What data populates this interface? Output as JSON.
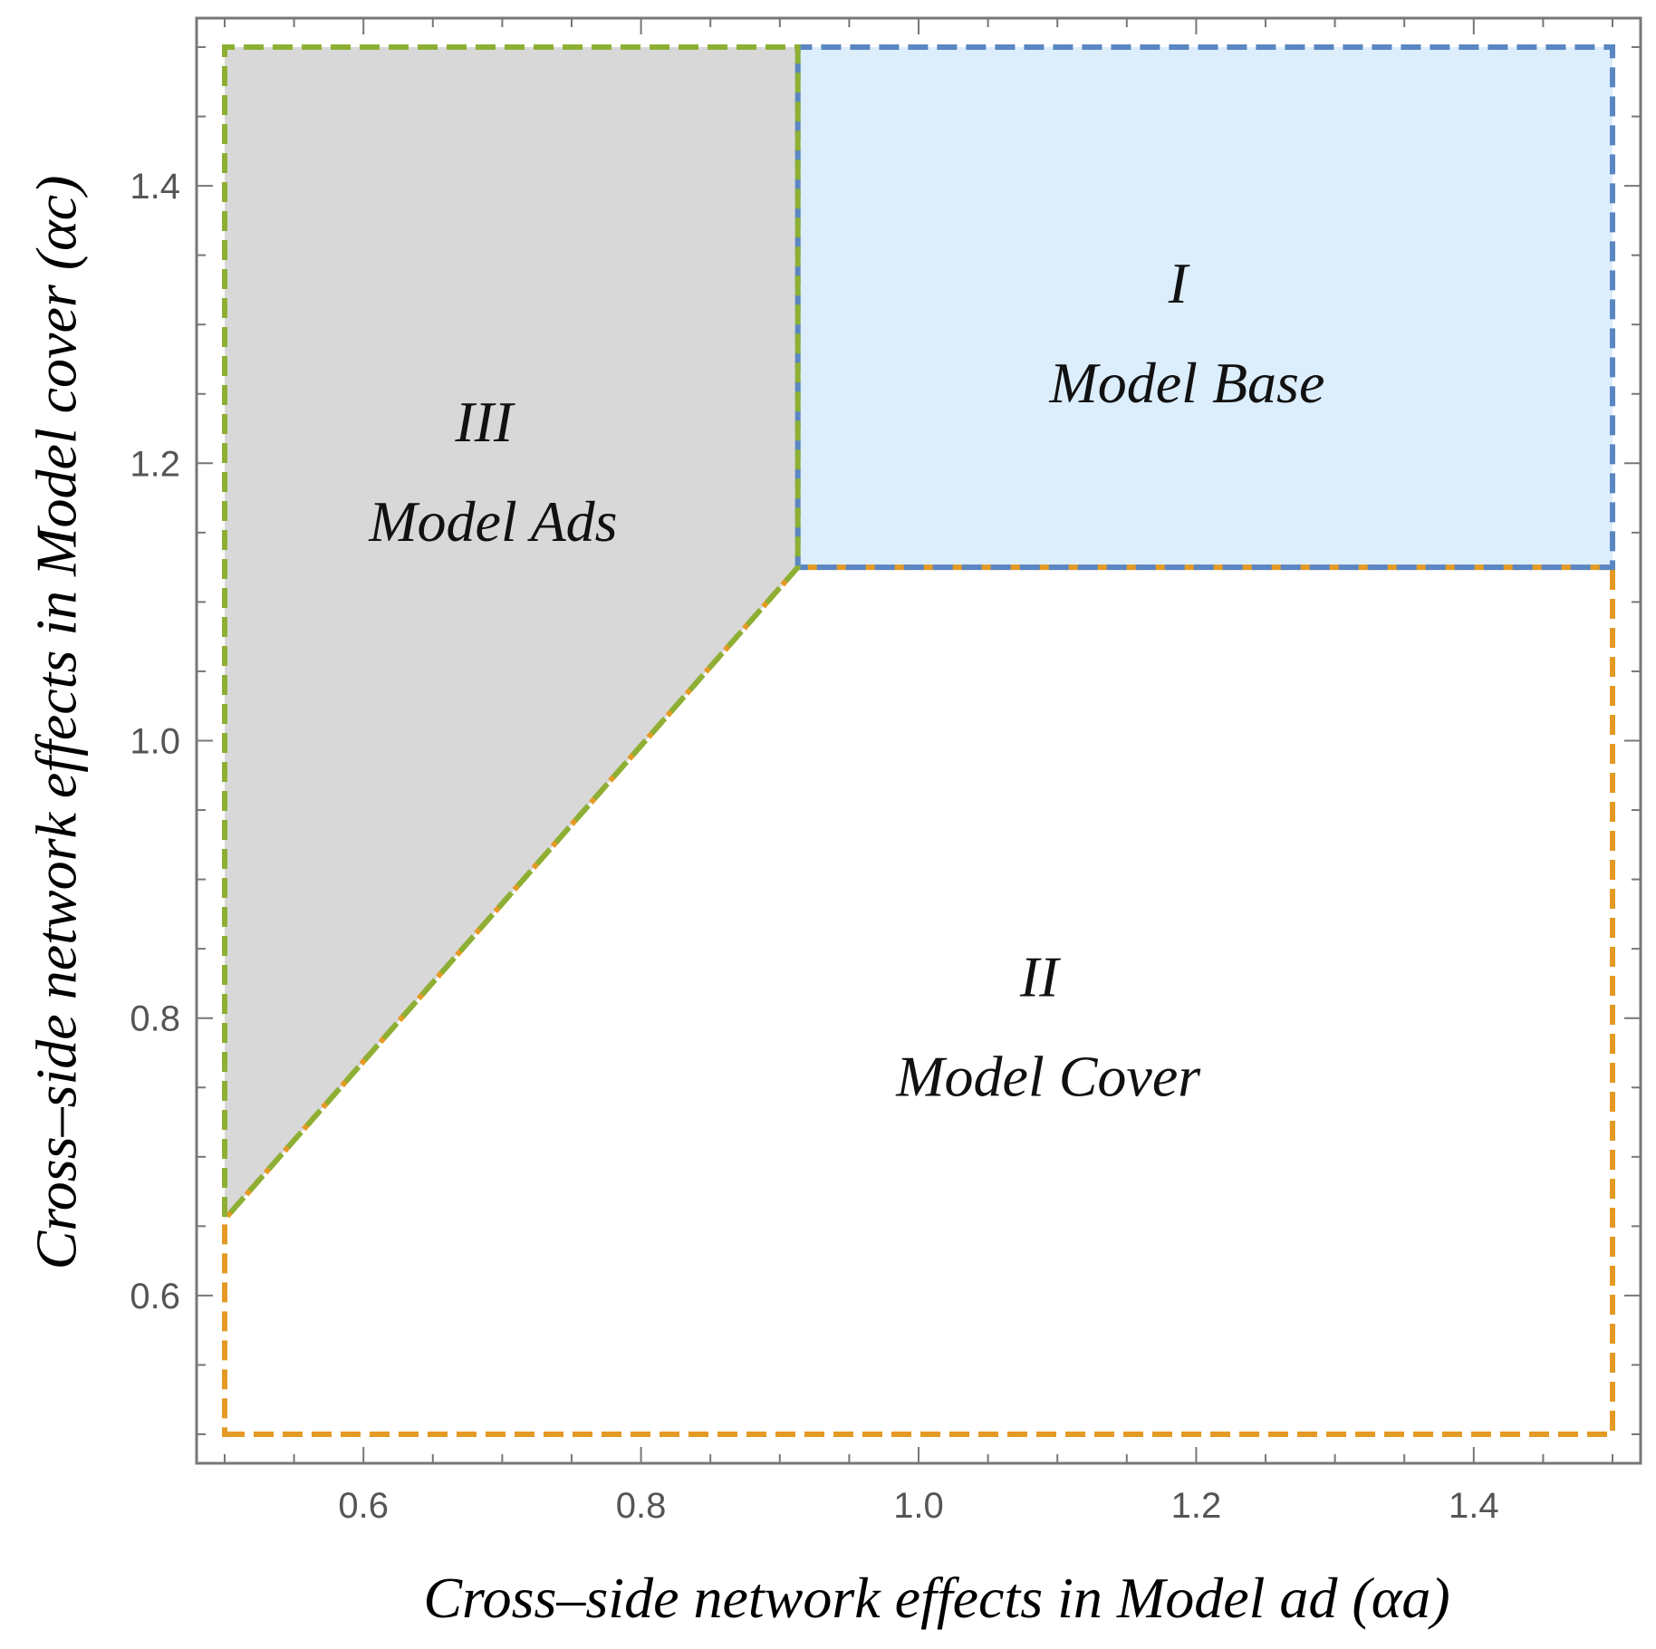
{
  "chart_data": {
    "type": "region",
    "title": "",
    "xlabel": "Cross–side network effects in Model ad (αa)",
    "ylabel": "Cross–side network effects in Model cover (αc)",
    "xlim": [
      0.5,
      1.5
    ],
    "ylim": [
      0.5,
      1.5
    ],
    "x_ticks": [
      "0.6",
      "0.8",
      "1.0",
      "1.2",
      "1.4"
    ],
    "y_ticks": [
      "0.6",
      "0.8",
      "1.0",
      "1.2",
      "1.4"
    ],
    "grid": false,
    "legend": "none",
    "regions": [
      {
        "numeral": "I",
        "name": "Model Base",
        "fill": "#dcedfc",
        "stroke": "#5a86c2",
        "polygon": [
          [
            0.913,
            1.125
          ],
          [
            1.5,
            1.125
          ],
          [
            1.5,
            1.5
          ],
          [
            0.913,
            1.5
          ]
        ],
        "label_at": [
          1.2,
          1.28
        ]
      },
      {
        "numeral": "II",
        "name": "Model Cover",
        "fill": "#ffffff",
        "stroke": "#e49a24",
        "polygon": [
          [
            0.5,
            0.5
          ],
          [
            1.5,
            0.5
          ],
          [
            1.5,
            1.125
          ],
          [
            0.913,
            1.125
          ],
          [
            0.5,
            0.655
          ]
        ],
        "label_at": [
          1.1,
          0.78
        ]
      },
      {
        "numeral": "III",
        "name": "Model Ads",
        "fill": "#d8d8d8",
        "stroke": "#8db034",
        "polygon": [
          [
            0.5,
            0.655
          ],
          [
            0.913,
            1.125
          ],
          [
            0.913,
            1.5
          ],
          [
            0.5,
            1.5
          ]
        ],
        "label_at": [
          0.7,
          1.18
        ]
      }
    ]
  }
}
